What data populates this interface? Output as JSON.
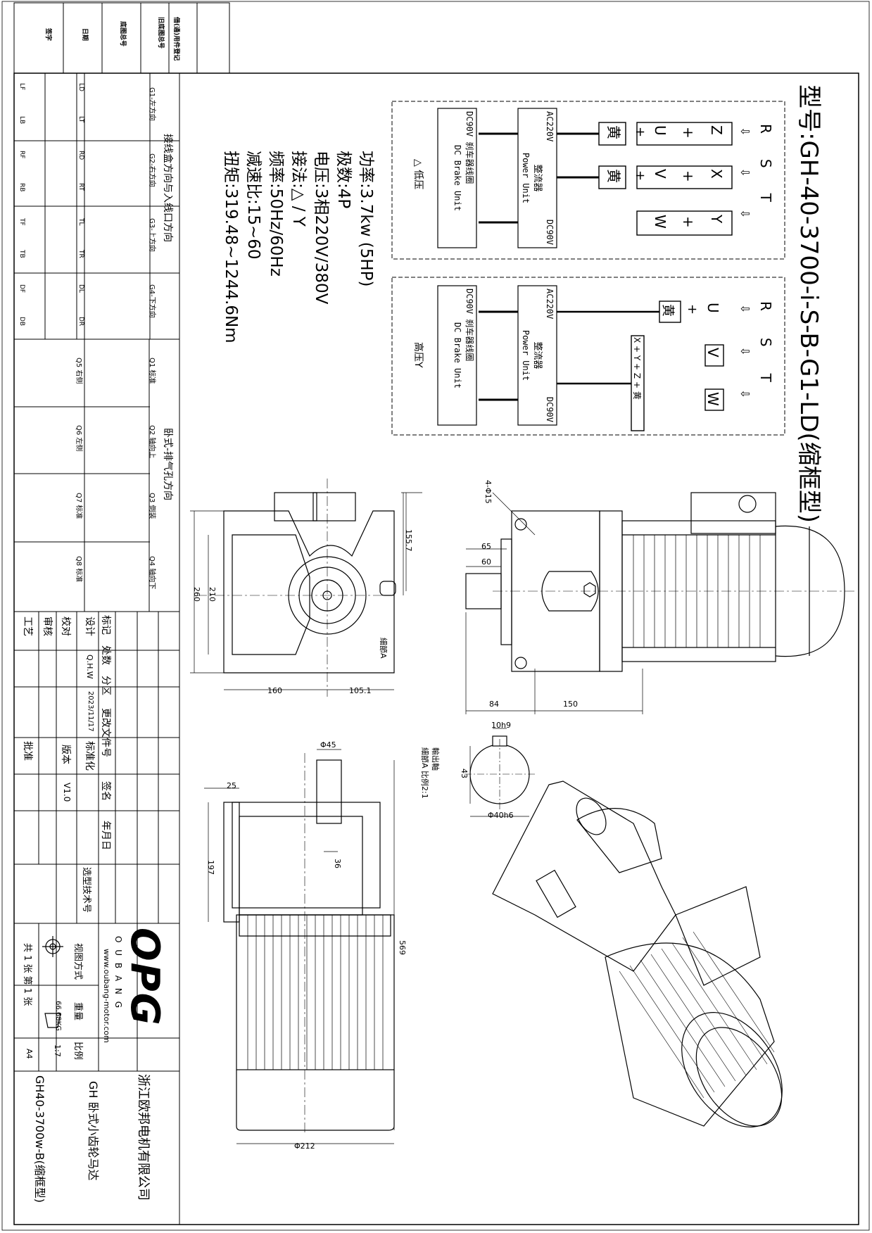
{
  "title": "型号:GH-40-3700-i-S-B-G1-LD(缩框型)",
  "specs": [
    "功率:3.7kw (5HP)",
    "极数:4P",
    "电压:3相220V/380V",
    "接法:△ / Y",
    "频率:50Hz/60Hz",
    "减速比:15~60",
    "扭矩:319.48~1244.6Nm"
  ],
  "wiring": {
    "terminals": [
      "R",
      "S",
      "T"
    ],
    "arrow": "⇩",
    "low": {
      "rows": [
        [
          "Z",
          "+",
          "U",
          "+",
          "黄"
        ],
        [
          "X",
          "+",
          "V",
          "+",
          "黄"
        ],
        [
          "Y",
          "+",
          "W"
        ]
      ],
      "rectifier_ac": "AC220V",
      "rectifier_title": "整流器",
      "rectifier_sub": "Power Unit",
      "rectifier_dc": "DC90V",
      "coil_dc": "DC90V",
      "coil_title": "刹车器线圈",
      "coil_sub": "DC Brake Unit",
      "mode": "△ 低压"
    },
    "high": {
      "u_box": [
        "U",
        "+",
        "黄"
      ],
      "v_box": "V",
      "w_box": "W",
      "xyz": "X + Y + Z + 黄",
      "rectifier_ac": "AC220V",
      "rectifier_title": "整流器",
      "rectifier_sub": "Power Unit",
      "rectifier_dc": "DC90V",
      "coil_dc": "DC90V",
      "coil_title": "刹车器线圈",
      "coil_sub": "DC Brake Unit",
      "mode": "高压Y"
    }
  },
  "dimensions": {
    "side": [
      "155.7",
      "65",
      "60",
      "84",
      "150",
      "4-Φ15"
    ],
    "front": [
      "260",
      "210",
      "160",
      "105.1",
      "細節A"
    ],
    "top": [
      "Φ45",
      "25",
      "197",
      "36",
      "569",
      "Φ212"
    ],
    "shaft": [
      "10h9",
      "43",
      "Φ40h6",
      "輸出軸",
      "細節A 比例2:1"
    ]
  },
  "orientation": {
    "box_title": "接线盒方向与入线口方向",
    "mount_title": "卧式-排气孔方向",
    "dirs": [
      "G1-左方向",
      "G2-右方向",
      "G3-上方向",
      "G4-下方向"
    ],
    "codes": [
      [
        "LF",
        "LB",
        "LD",
        "LT"
      ],
      [
        "RF",
        "RB",
        "RD",
        "RT"
      ],
      [
        "TF",
        "TB",
        "TL",
        "TR"
      ],
      [
        "DF",
        "DB",
        "DL",
        "DR"
      ]
    ],
    "mounts": [
      "Q1 标准",
      "Q2 轴向上",
      "Q3 倒装",
      "Q4 轴向下"
    ],
    "sides": [
      "Q5 右侧",
      "Q6 左侧",
      "Q7 标准",
      "Q8 标准"
    ]
  },
  "titleblock": {
    "left_labels": [
      "签字",
      "日期",
      "底图总号",
      "借(通)用件登记",
      "旧底图总号"
    ],
    "row_labels": [
      "标记",
      "处数",
      "分区",
      "更改文件号",
      "签名",
      "年月日"
    ],
    "design": "设计",
    "design_name": "Q.H.W",
    "design_date": "2023/11/17",
    "standard": "标准化",
    "check": "校对",
    "audit": "审核",
    "process": "工艺",
    "approve": "批准",
    "version_label": "版本",
    "version": "V1.0",
    "tech_no": "选型技术号",
    "logo": "OPG",
    "brand": "O U B A N G",
    "website": "www.oubang-motor.com",
    "view_method": "视图方式",
    "weight_label": "重量",
    "weight": "66.68KG",
    "scale_label": "比例",
    "scale": "1:7",
    "sheets": "共 1 张 第 1 张",
    "paper": "A4",
    "company": "浙江欧邦电机有限公司",
    "product": "GH 卧式小齿轮马达",
    "drawing_no": "GH40-3700w-B(缩框型)"
  }
}
